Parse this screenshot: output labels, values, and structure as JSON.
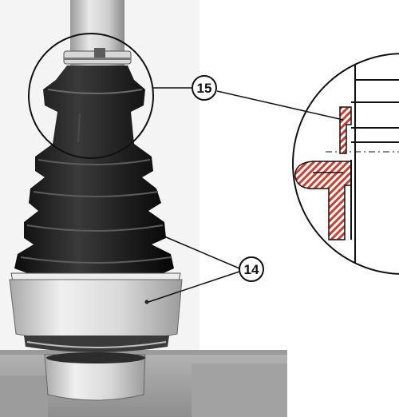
{
  "figure": {
    "callouts": [
      {
        "id": "15",
        "label": "15"
      },
      {
        "id": "14",
        "label": "14"
      }
    ]
  },
  "colors": {
    "ink": "#111111",
    "rubber": "#1e1e1e",
    "metal_light": "#e4e4e4",
    "metal_mid": "#b8b8b8",
    "hatch": "#d23a2a",
    "paper": "#ffffff"
  }
}
